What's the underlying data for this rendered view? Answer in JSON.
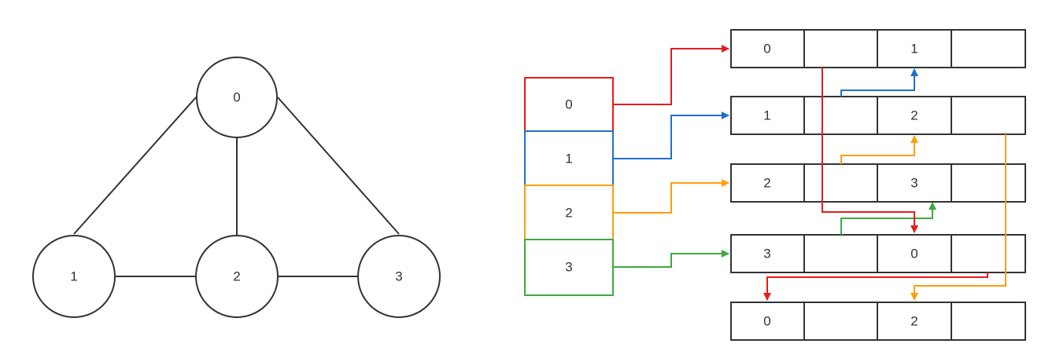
{
  "graph": {
    "nodes": [
      {
        "id": "n0",
        "label": "0"
      },
      {
        "id": "n1",
        "label": "1"
      },
      {
        "id": "n2",
        "label": "2"
      },
      {
        "id": "n3",
        "label": "3"
      }
    ],
    "edges": [
      [
        "0",
        "1"
      ],
      [
        "0",
        "2"
      ],
      [
        "0",
        "3"
      ],
      [
        "1",
        "2"
      ],
      [
        "2",
        "3"
      ]
    ]
  },
  "orthogonal_list": {
    "head_array": [
      "0",
      "1",
      "2",
      "3"
    ],
    "head_colors": [
      "#e51c1c",
      "#1f6fd0",
      "#ff9d0d",
      "#3fa83f"
    ],
    "arc_rows": [
      [
        "0",
        "",
        "1",
        ""
      ],
      [
        "1",
        "",
        "2",
        ""
      ],
      [
        "2",
        "",
        "3",
        ""
      ],
      [
        "3",
        "",
        "0",
        ""
      ],
      [
        "0",
        "",
        "2",
        ""
      ]
    ]
  },
  "colors": {
    "red": "#e51c1c",
    "blue": "#1f6fd0",
    "orange": "#ff9d0d",
    "green": "#3fa83f",
    "stroke": "#333333"
  }
}
